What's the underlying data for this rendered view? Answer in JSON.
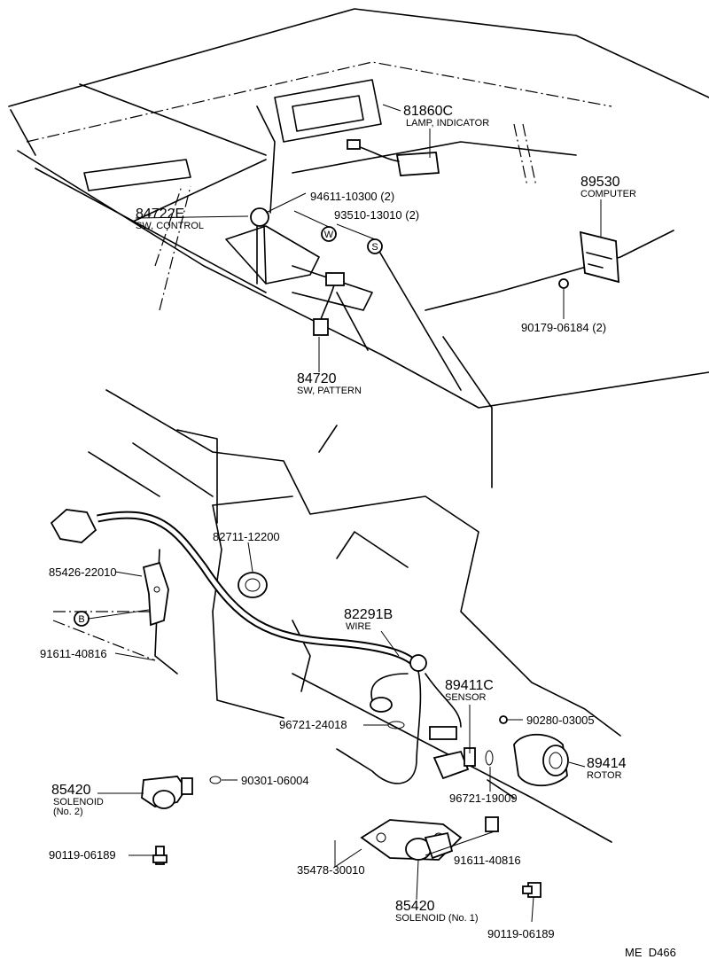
{
  "parts": {
    "p81860c": {
      "num": "81860C",
      "name": "LAMP, INDICATOR"
    },
    "p89530": {
      "num": "89530",
      "name": "COMPUTER"
    },
    "p94611": {
      "num": "94611-10300 (2)"
    },
    "p93510": {
      "num": "93510-13010 (2)"
    },
    "p84722e": {
      "num": "84722E",
      "name": "SW, CONTROL"
    },
    "p90179": {
      "num": "90179-06184 (2)"
    },
    "p84720": {
      "num": "84720",
      "name": "SW, PATTERN"
    },
    "p82711": {
      "num": "82711-12200"
    },
    "p85426": {
      "num": "85426-22010"
    },
    "p91611a": {
      "num": "91611-40816"
    },
    "p82291b": {
      "num": "82291B",
      "name": "WIRE"
    },
    "p89411c": {
      "num": "89411C",
      "name": "SENSOR"
    },
    "p90280": {
      "num": "90280-03005"
    },
    "p96721a": {
      "num": "96721-24018"
    },
    "p89414": {
      "num": "89414",
      "name": "ROTOR"
    },
    "p85420a": {
      "num": "85420",
      "name": "SOLENOID",
      "note": "(No. 2)"
    },
    "p90301": {
      "num": "90301-06004"
    },
    "p96721b": {
      "num": "96721-19009"
    },
    "p90119a": {
      "num": "90119-06189"
    },
    "p91611b": {
      "num": "91611-40816"
    },
    "p35478": {
      "num": "35478-30010"
    },
    "p85420b": {
      "num": "85420",
      "name": "SOLENOID (No. 1)"
    },
    "p90119b": {
      "num": "90119-06189"
    }
  },
  "markers": {
    "w": "W",
    "s": "S",
    "b": "B"
  },
  "footer": {
    "code": "ME  D466"
  }
}
